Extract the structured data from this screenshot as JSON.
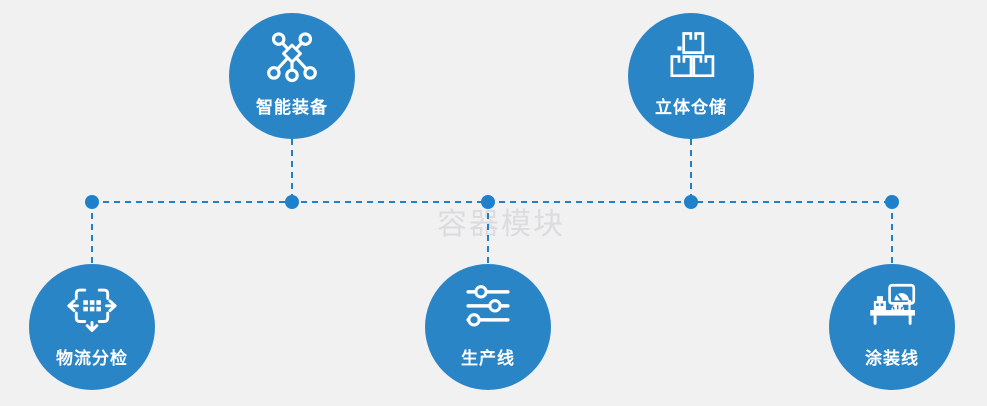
{
  "watermark": {
    "text": "容器模块"
  },
  "colors": {
    "background": "#f1f1f2",
    "node_fill": "#2a85c7",
    "connector": "#1f81cb",
    "label_text": "#ffffff",
    "icon_stroke": "#ffffff"
  },
  "nodes": [
    {
      "id": "logistics-sorting",
      "label": "物流分检",
      "icon": "sorting-arrows-icon",
      "row": "bottom"
    },
    {
      "id": "smart-equipment",
      "label": "智能装备",
      "icon": "network-nodes-icon",
      "row": "top"
    },
    {
      "id": "production-line",
      "label": "生产线",
      "icon": "sliders-icon",
      "row": "bottom"
    },
    {
      "id": "stereo-warehouse",
      "label": "立体仓储",
      "icon": "stacked-boxes-icon",
      "row": "top"
    },
    {
      "id": "painting-line",
      "label": "涂装线",
      "icon": "machine-monitor-icon",
      "row": "bottom"
    }
  ]
}
